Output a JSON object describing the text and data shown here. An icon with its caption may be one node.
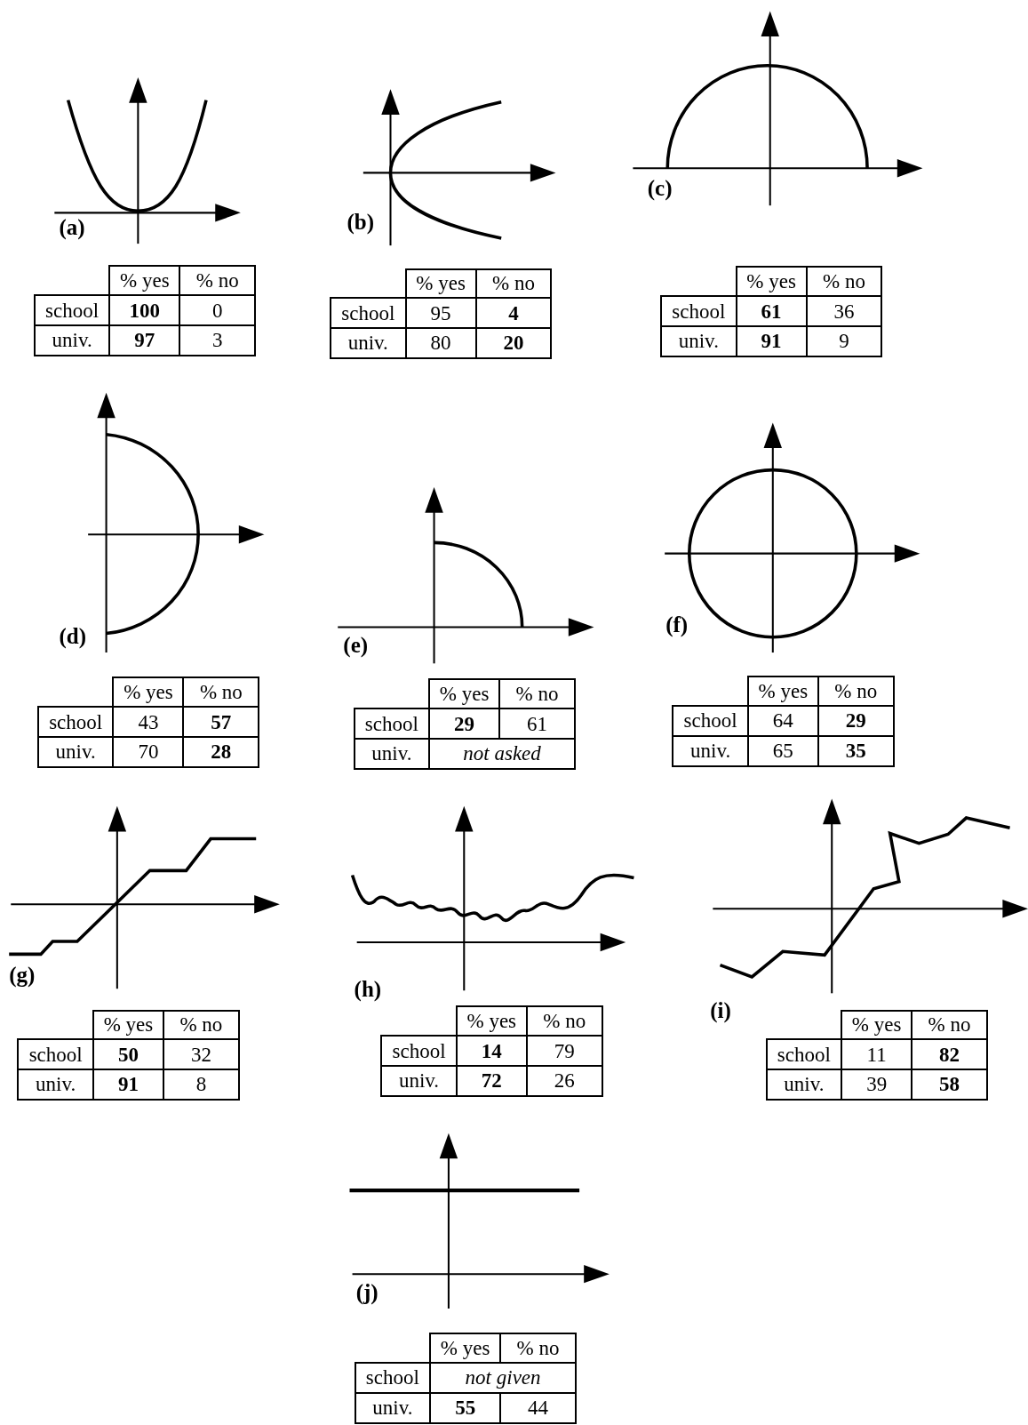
{
  "diagram": {
    "labels": [
      "(a)",
      "% yes",
      "% no",
      "school",
      "**100**",
      "0",
      "univ.",
      "**97**",
      "3",
      "(b)",
      "% yes",
      "% no",
      "school",
      "95",
      "**4**",
      "univ.",
      "80",
      "**20**",
      "(c)",
      "% yes",
      "% no",
      "school",
      "**61**",
      "36",
      "univ.",
      "**91**",
      "9",
      "(d)",
      "% yes",
      "% no",
      "school",
      "43",
      "**57**",
      "univ.",
      "70",
      "**28**",
      "(e)",
      "% yes",
      "% no",
      "school",
      "**29**",
      "61",
      "univ.",
      "*not asked*",
      "(f)",
      "% yes",
      "% no",
      "school",
      "64",
      "**29**",
      "univ.",
      "65",
      "**35**",
      "(g)",
      "% yes",
      "% no",
      "school",
      "**50**",
      "32",
      "univ.",
      "**91**",
      "8",
      "(h)",
      "% yes",
      "% no",
      "school",
      "**14**",
      "79",
      "univ.",
      "**72**",
      "26",
      "(i)",
      "% yes",
      "% no",
      "school",
      "11",
      "**82**",
      "univ.",
      "39",
      "**58**",
      "(j)",
      "% yes",
      "% no",
      "school",
      "*not given*",
      "univ.",
      "**55**",
      "44"
    ]
  }
}
